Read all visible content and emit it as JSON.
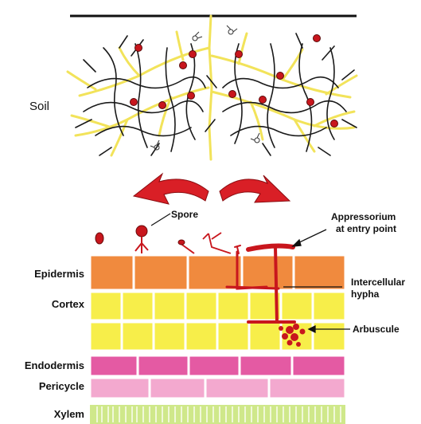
{
  "soil_label": "Soil",
  "labels": {
    "spore": "Spore",
    "appressorium_line1": "Appressorium",
    "appressorium_line2": "at entry point",
    "intercellular_line1": "Intercellular",
    "intercellular_line2": "hypha",
    "arbuscule": "Arbuscule"
  },
  "layers": {
    "epidermis": "Epidermis",
    "cortex": "Cortex",
    "endodermis": "Endodermis",
    "pericycle": "Pericycle",
    "xylem": "Xylem"
  },
  "colors": {
    "epidermis": "#f08a3e",
    "cortex": "#f7ee4a",
    "endodermis": "#e45aa3",
    "pericycle": "#f3a9cf",
    "xylem": "#cfe88a",
    "fungus": "#c8161d",
    "root_hair": "#f2e35a",
    "hyphae": "#1a1a1a",
    "arrow": "#d91f26"
  }
}
